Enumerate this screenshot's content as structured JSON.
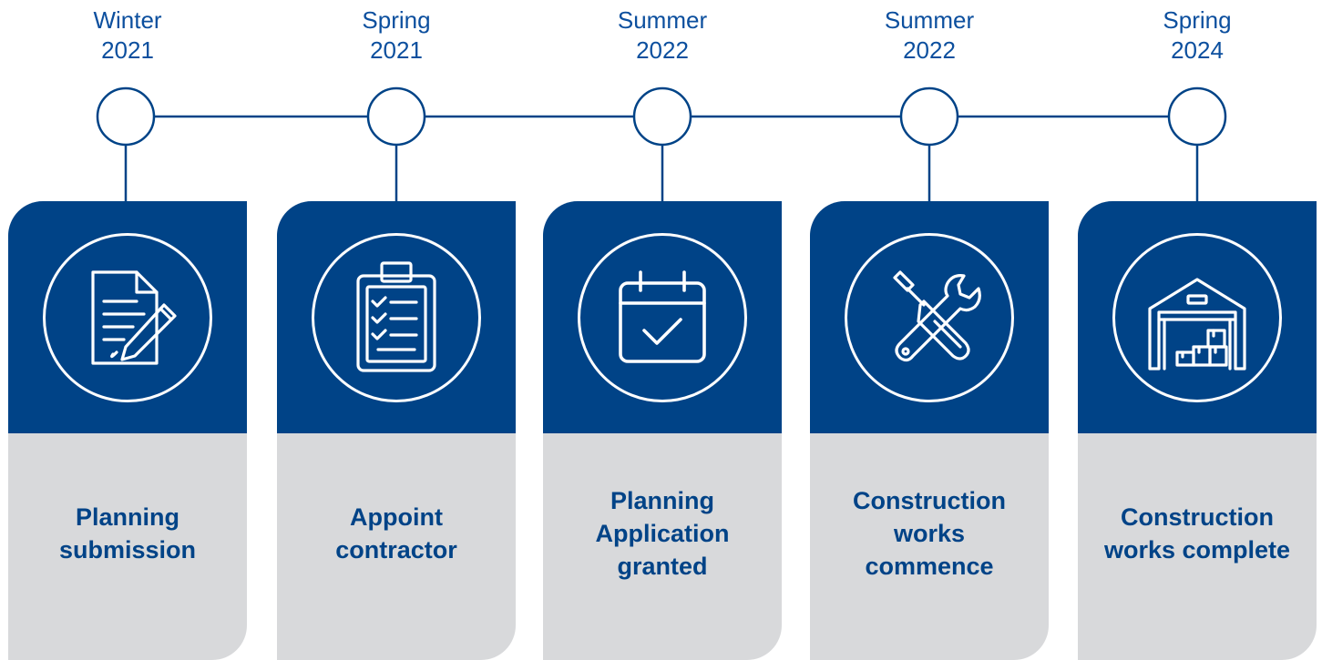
{
  "colors": {
    "brand": "#004387",
    "accent": "#0c4f9e",
    "card_bottom": "#d8d9db",
    "line": "#004387",
    "icon": "#ffffff"
  },
  "stages": [
    {
      "date_line1": "Winter",
      "date_line2": "2021",
      "label_line1": "Planning",
      "label_line2": "submission",
      "label_line3": "",
      "icon": "document-edit-icon"
    },
    {
      "date_line1": "Spring",
      "date_line2": "2021",
      "label_line1": "Appoint",
      "label_line2": "contractor",
      "label_line3": "",
      "icon": "clipboard-checklist-icon"
    },
    {
      "date_line1": "Summer",
      "date_line2": "2022",
      "label_line1": "Planning",
      "label_line2": "Application",
      "label_line3": "granted",
      "icon": "calendar-check-icon"
    },
    {
      "date_line1": "Summer",
      "date_line2": "2022",
      "label_line1": "Construction",
      "label_line2": "works",
      "label_line3": "commence",
      "icon": "tools-icon"
    },
    {
      "date_line1": "Spring",
      "date_line2": "2024",
      "label_line1": "Construction",
      "label_line2": "works complete",
      "label_line3": "",
      "icon": "warehouse-icon"
    }
  ]
}
